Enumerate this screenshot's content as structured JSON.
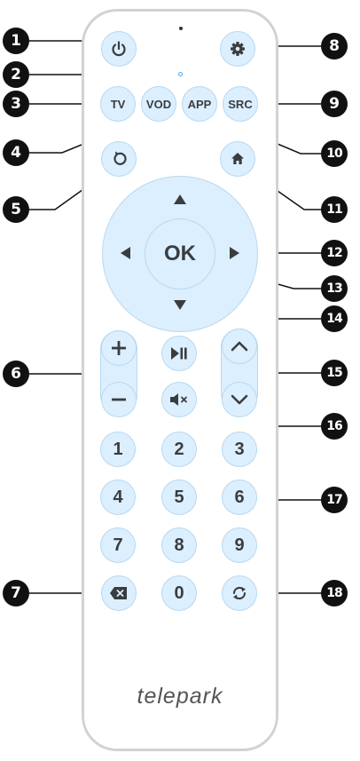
{
  "remote": {
    "brand": "telepark",
    "buttons": {
      "tv": "TV",
      "vod": "VOD",
      "app": "APP",
      "src": "SRC",
      "ok": "OK",
      "digits": [
        "1",
        "2",
        "3",
        "4",
        "5",
        "6",
        "7",
        "8",
        "9",
        "0"
      ]
    },
    "icons": {
      "power": "power-icon",
      "settings": "gear-icon",
      "back": "back-arrow-icon",
      "home": "home-icon",
      "play_pause": "play-pause-icon",
      "mute": "mute-icon",
      "backspace": "backspace-icon",
      "refresh": "refresh-icon",
      "volume_up": "plus-icon",
      "volume_down": "minus-icon",
      "channel_up": "chevron-up-icon",
      "channel_down": "chevron-down-icon"
    },
    "colors": {
      "button_fill": "#dcefff",
      "button_border": "#b8d8ee",
      "body_outline": "#cfd3d6",
      "led": "#4aa7ee",
      "callout": "#111111"
    }
  },
  "callouts": [
    "1",
    "2",
    "3",
    "4",
    "5",
    "6",
    "7",
    "8",
    "9",
    "10",
    "11",
    "12",
    "13",
    "14",
    "15",
    "16",
    "17",
    "18"
  ]
}
